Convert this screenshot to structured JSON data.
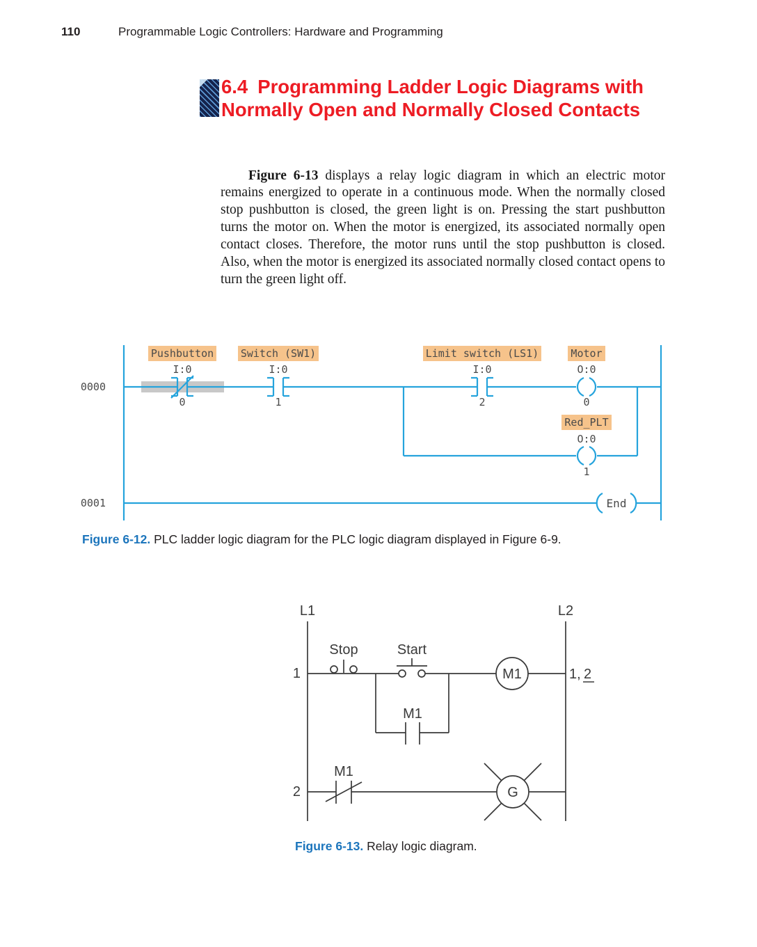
{
  "page": {
    "number": "110",
    "running_head": "Programmable Logic Controllers: Hardware and Programming"
  },
  "section": {
    "number": "6.4",
    "title": "Programming Ladder Logic Diagrams with Normally Open and Normally Closed Contacts",
    "heading_color": "#ed1c24",
    "icon": "circuit-board-thumbnail"
  },
  "paragraph": {
    "lead": "Figure 6-13",
    "text": " displays a relay logic diagram in which an electric motor remains energized to operate in a continuous mode. When the normally closed stop pushbutton is closed, the green light is on. Pressing the start pushbutton turns the motor on. When the motor is energized, its associated normally open contact closes. Therefore, the motor runs until the stop pushbutton is closed. Also, when the motor is energized its associated normally closed contact opens to turn the green light off."
  },
  "figure_6_12": {
    "caption_label": "Figure 6-12.",
    "caption_text": " PLC ladder logic diagram for the PLC logic diagram displayed in Figure 6-9.",
    "line_color": "#25a3dc",
    "label_highlight_color": "#f6c38b",
    "selection_color": "#c8c8c8",
    "rung_numbers": [
      "0000",
      "0001"
    ],
    "elements": [
      {
        "type": "nc-contact",
        "label": "Pushbutton",
        "address": "I:0",
        "bit": "0"
      },
      {
        "type": "no-contact",
        "label": "Switch (SW1)",
        "address": "I:0",
        "bit": "1"
      },
      {
        "type": "no-contact",
        "label": "Limit switch (LS1)",
        "address": "I:0",
        "bit": "2"
      },
      {
        "type": "coil",
        "label": "Motor",
        "address": "O:0",
        "bit": "0"
      },
      {
        "type": "coil",
        "label": "Red_PLT",
        "address": "O:0",
        "bit": "1"
      }
    ],
    "end_label": "End"
  },
  "figure_6_13": {
    "caption_label": "Figure 6-13.",
    "caption_text": " Relay logic diagram.",
    "left_rail_label": "L1",
    "right_rail_label": "L2",
    "rung1": {
      "number": "1",
      "stop_label": "Stop",
      "start_label": "Start",
      "coil_label": "M1",
      "seal_in_label": "M1",
      "wire_ref_part1": "1,",
      "wire_ref_part2": "2"
    },
    "rung2": {
      "number": "2",
      "nc_contact_label": "M1",
      "pilot_light_label": "G"
    }
  }
}
